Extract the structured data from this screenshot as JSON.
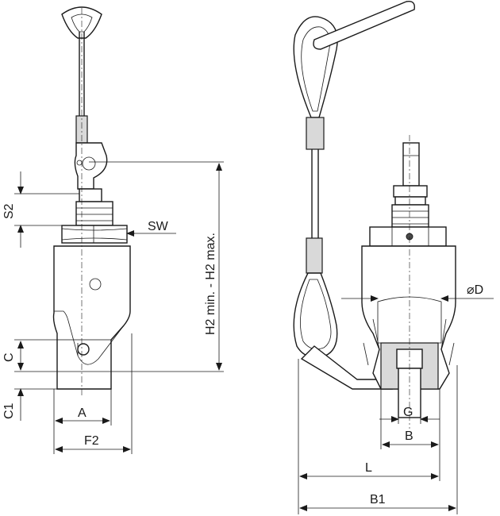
{
  "labels": {
    "s2": "S2",
    "sw": "SW",
    "h2": "H2 min. - H2 max.",
    "c": "C",
    "c1": "C1",
    "a": "A",
    "f2": "F2",
    "d": "D",
    "g": "G",
    "b": "B",
    "l": "L",
    "b1": "B1"
  },
  "symbols": {
    "diameter": "⌀"
  }
}
